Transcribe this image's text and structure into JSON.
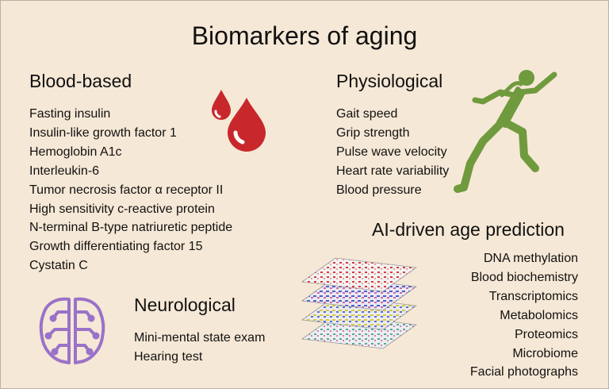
{
  "title": "Biomarkers of aging",
  "blood": {
    "heading": "Blood-based",
    "items": [
      "Fasting insulin",
      "Insulin-like growth factor 1",
      "Hemoglobin A1c",
      "Interleukin-6",
      "Tumor necrosis factor α receptor II",
      "High sensitivity c-reactive protein",
      "N-terminal B-type natriuretic peptide",
      "Growth differentiating factor 15",
      "Cystatin C"
    ]
  },
  "physiological": {
    "heading": "Physiological",
    "items": [
      "Gait speed",
      "Grip strength",
      "Pulse wave velocity",
      "Heart rate variability",
      "Blood pressure"
    ]
  },
  "ai": {
    "heading": "AI-driven age prediction",
    "items": [
      "DNA methylation",
      "Blood biochemistry",
      "Transcriptomics",
      "Metabolomics",
      "Proteomics",
      "Microbiome",
      "Facial photographs"
    ]
  },
  "neurological": {
    "heading": "Neurological",
    "items": [
      "Mini-mental state exam",
      "Hearing test"
    ]
  },
  "icons": {
    "blood": "blood-drops-icon",
    "physiological": "runner-icon",
    "ai": "heatmap-stack-icon",
    "neurological": "brain-circuit-icon"
  },
  "colors": {
    "background": "#f6e8d6",
    "blood_red": "#c8282c",
    "runner_green": "#6f9a3e",
    "brain_purple": "#9a72c8"
  }
}
